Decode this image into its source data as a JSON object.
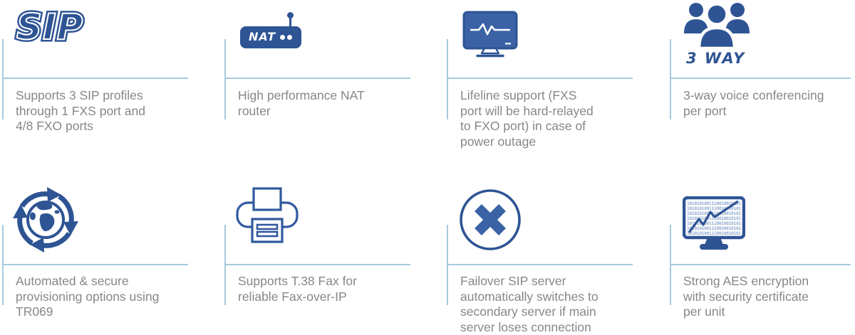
{
  "theme": {
    "icon_blue": "#2e5494",
    "icon_blue_light": "#3a62a5",
    "icon_blue_mid": "#31599e",
    "divider_blue": "#a7c9dd",
    "text_gray": "#868789",
    "binary_blue": "#93abd0",
    "background": "#ffffff"
  },
  "features": [
    {
      "id": "sip-profiles",
      "icon": "sip-logo",
      "icon_label": "SIP",
      "text": "Supports 3 SIP profiles\nthrough 1 FXS port and\n4/8 FXO ports"
    },
    {
      "id": "nat-router",
      "icon": "nat-router",
      "icon_label": "NAT",
      "text": "High performance NAT\nrouter"
    },
    {
      "id": "lifeline-support",
      "icon": "lifeline-monitor",
      "text": "Lifeline support (FXS\nport will be hard-relayed\nto FXO port) in case of\npower outage"
    },
    {
      "id": "three-way-conferencing",
      "icon": "three-way-people",
      "icon_label": "3 WAY",
      "text": "3-way voice conferencing\nper port"
    },
    {
      "id": "auto-provisioning",
      "icon": "globe-sync",
      "text": "Automated & secure\nprovisioning options using\nTR069"
    },
    {
      "id": "t38-fax",
      "icon": "fax-printer",
      "text": "Supports T.38 Fax for\nreliable Fax-over-IP"
    },
    {
      "id": "failover-server",
      "icon": "circle-x",
      "text": "Failover SIP server\nautomatically switches to\nsecondary server if main\nserver loses connection"
    },
    {
      "id": "aes-encryption",
      "icon": "binary-monitor",
      "icon_binary": "10101010011100100101010101",
      "text": "Strong AES encryption\nwith security certificate\nper unit"
    }
  ]
}
